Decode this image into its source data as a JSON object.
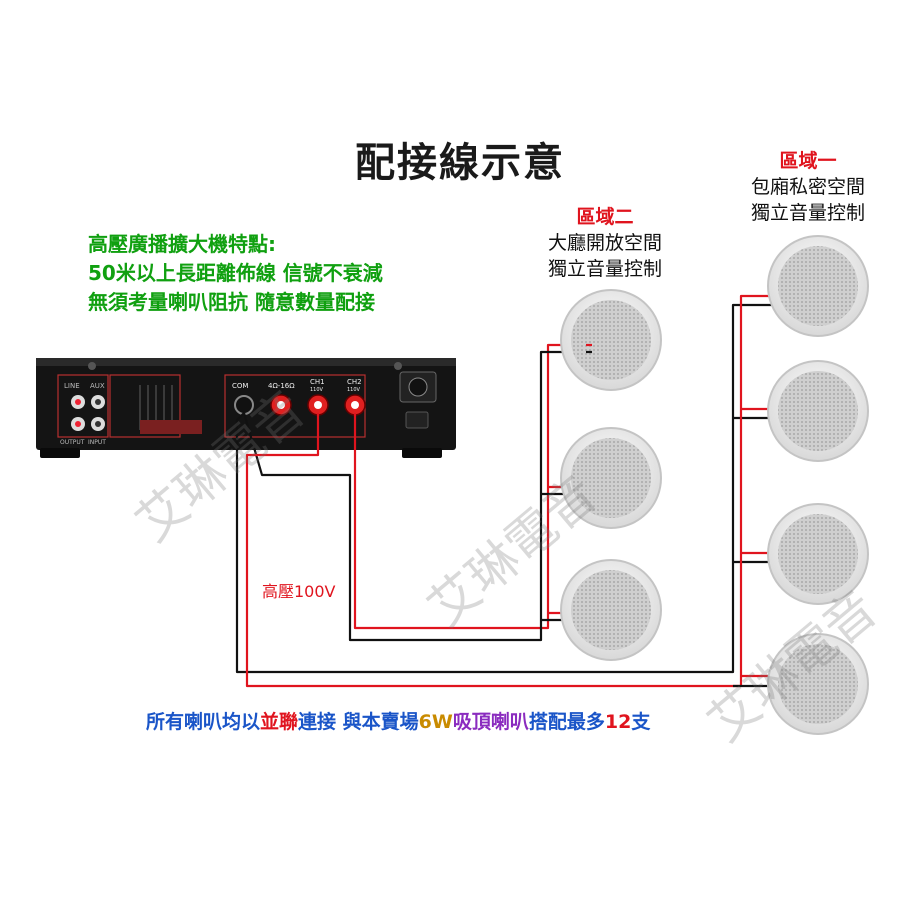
{
  "title": "配接線示意",
  "features": {
    "heading": "高壓廣播擴大機特點:",
    "line1": "50米以上長距離佈線  信號不衰減",
    "line2": "無須考量喇叭阻抗  隨意數量配接"
  },
  "zone1": {
    "name": "區域一",
    "line1": "包廂私密空間",
    "line2": "獨立音量控制"
  },
  "zone2": {
    "name": "區域二",
    "line1": "大廳開放空間",
    "line2": "獨立音量控制"
  },
  "wire_label": "高壓100V",
  "amplifier": {
    "rca_labels": [
      "LINE",
      "AUX",
      "OUTPUT",
      "INPUT"
    ],
    "terminal_labels": [
      "COM",
      "4Ω-16Ω",
      "CH1",
      "CH2"
    ],
    "terminal_sublabels": [
      "110V",
      "110V"
    ]
  },
  "footer": {
    "part1": "所有喇叭均以",
    "part2": "並聯",
    "part3": "連接  與本賣場",
    "part4": "6W",
    "part5": "吸頂喇叭",
    "part6": "搭配最多",
    "part7": "12",
    "part8": "支"
  },
  "watermark": "艾琳電音",
  "colors": {
    "wire_red": "#e0141e",
    "wire_black": "#111111",
    "feature_green": "#10a010",
    "footer_blue": "#1a55c8"
  }
}
